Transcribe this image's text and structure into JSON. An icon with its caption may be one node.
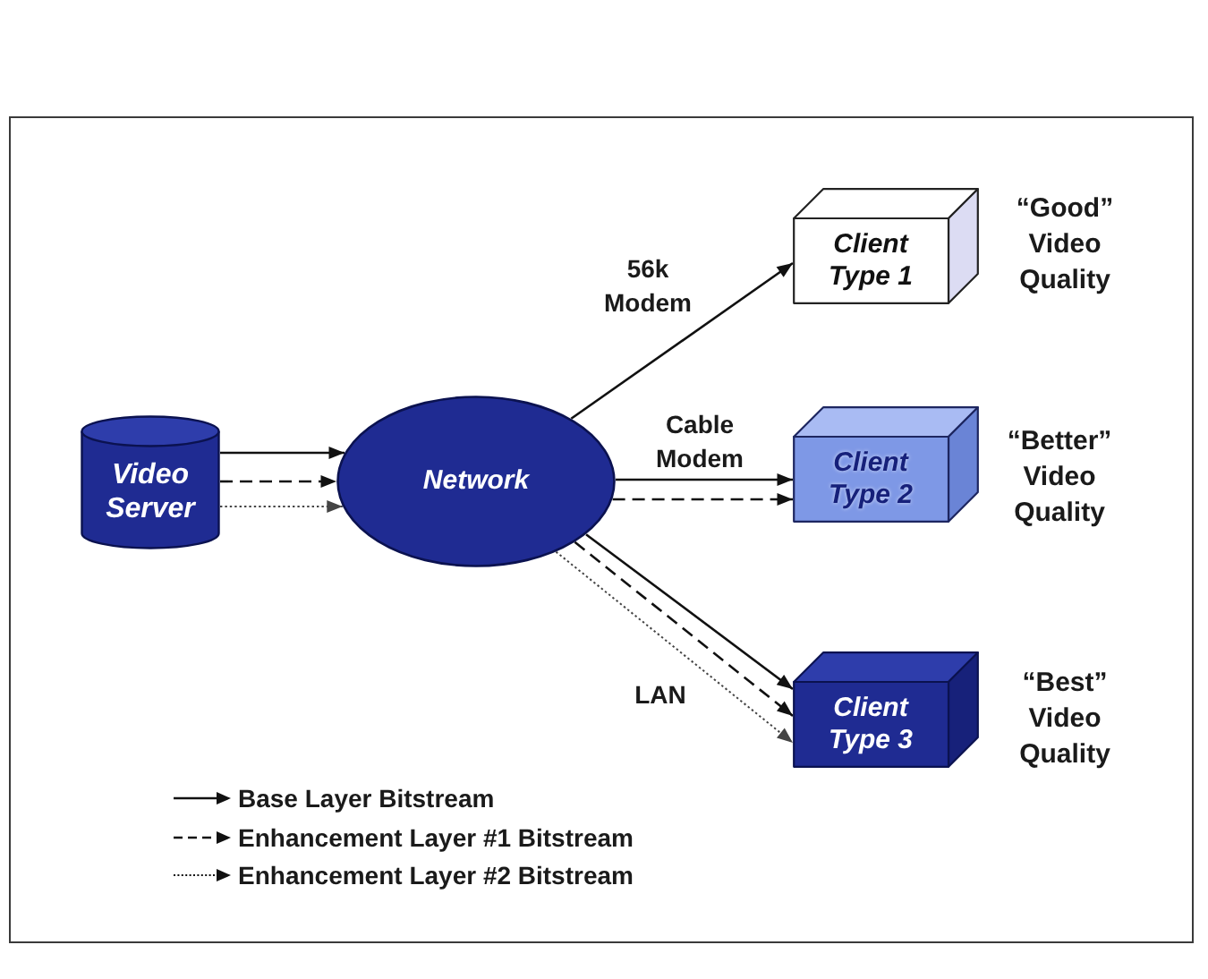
{
  "diagram": {
    "nodes": [
      {
        "text": [
          "Video Server"
        ]
      },
      {
        "text": [
          "Network"
        ]
      },
      {
        "text": [
          "Client Type 1"
        ],
        "beside": [
          "“Good” Video Quality"
        ]
      },
      {
        "text": [
          "Client Type 2"
        ],
        "beside": [
          "“Better” Video Quality"
        ]
      },
      {
        "text": [
          "Client Type 3"
        ],
        "beside": [
          "“Best” Video Quality"
        ]
      }
    ],
    "edges": [
      {
        "from": 0,
        "to": 1,
        "arrow": "to"
      },
      {
        "from": 0,
        "to": 1,
        "arrow": "to",
        "style": "dashed"
      },
      {
        "from": 0,
        "to": 1,
        "arrow": "to",
        "style": "dashed"
      },
      {
        "from": 1,
        "to": 2,
        "arrow": "to",
        "label": "56k Modem"
      },
      {
        "from": 1,
        "to": 3,
        "arrow": "to",
        "label": "Cable Modem"
      },
      {
        "from": 1,
        "to": 3,
        "arrow": "to",
        "style": "dashed"
      },
      {
        "from": 1,
        "to": 4,
        "arrow": "to"
      },
      {
        "from": 1,
        "to": 4,
        "arrow": "to",
        "style": "dashed"
      },
      {
        "from": 1,
        "to": 4,
        "arrow": "to",
        "style": "dashed",
        "label": "LAN"
      }
    ],
    "legend": [
      {
        "text": "Base Layer Bitstream"
      },
      {
        "text": "Enhancement Layer #1 Bitstream"
      },
      {
        "text": "Enhancement Layer #2 Bitstream"
      }
    ]
  }
}
